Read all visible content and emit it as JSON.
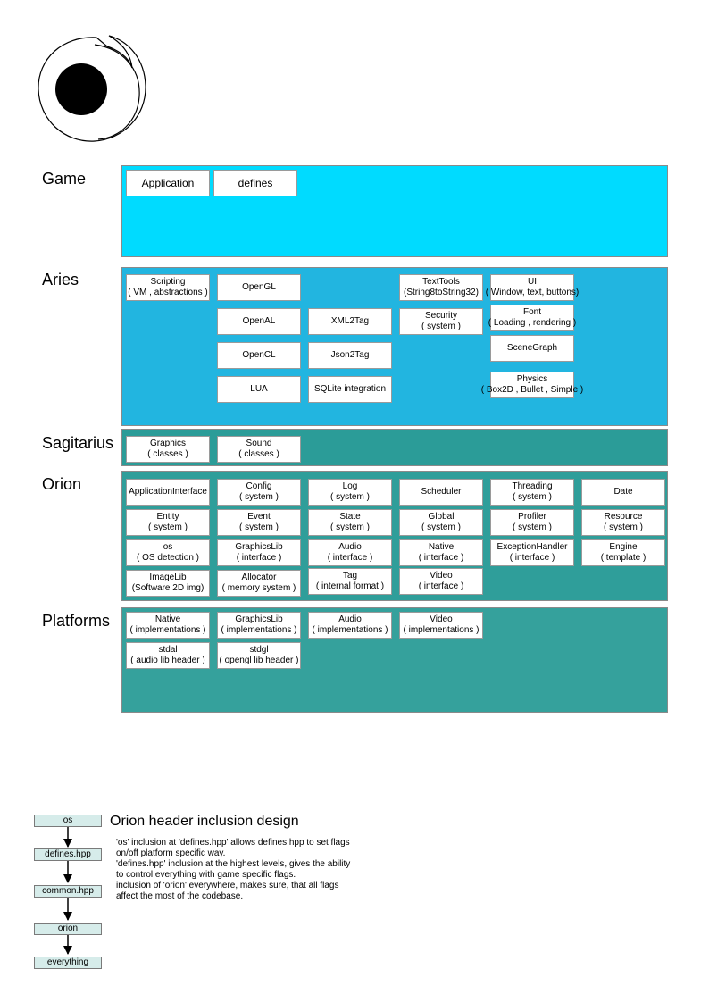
{
  "colors": {
    "game": "#00dbff",
    "aries": "#22b5e0",
    "sagitarius": "#2b9c98",
    "orion": "#2f9e9a",
    "platforms": "#35a19c",
    "flow_box": "#d6ecea"
  },
  "logo": {
    "icon": "eye-logo-icon"
  },
  "layers": {
    "game": {
      "label": "Game",
      "boxes": [
        {
          "l1": "Application",
          "l2": ""
        },
        {
          "l1": "defines",
          "l2": ""
        }
      ]
    },
    "aries": {
      "label": "Aries",
      "boxes": [
        {
          "l1": "Scripting",
          "l2": "( VM , abstractions )"
        },
        {
          "l1": "OpenGL",
          "l2": ""
        },
        {
          "l1": "TextTools",
          "l2": "(String8toString32)"
        },
        {
          "l1": "UI",
          "l2": "( Window, text, buttons)"
        },
        {
          "l1": "OpenAL",
          "l2": ""
        },
        {
          "l1": "XML2Tag",
          "l2": ""
        },
        {
          "l1": "Security",
          "l2": "( system )"
        },
        {
          "l1": "Font",
          "l2": "( Loading , rendering )"
        },
        {
          "l1": "OpenCL",
          "l2": ""
        },
        {
          "l1": "Json2Tag",
          "l2": ""
        },
        {
          "l1": "SceneGraph",
          "l2": ""
        },
        {
          "l1": "LUA",
          "l2": ""
        },
        {
          "l1": "SQLite integration",
          "l2": ""
        },
        {
          "l1": "Physics",
          "l2": "( Box2D , Bullet , Simple )"
        }
      ]
    },
    "sagitarius": {
      "label": "Sagitarius",
      "boxes": [
        {
          "l1": "Graphics",
          "l2": "( classes )"
        },
        {
          "l1": "Sound",
          "l2": "( classes )"
        }
      ]
    },
    "orion": {
      "label": "Orion",
      "boxes": [
        {
          "l1": "ApplicationInterface",
          "l2": ""
        },
        {
          "l1": "Config",
          "l2": "( system )"
        },
        {
          "l1": "Log",
          "l2": "( system )"
        },
        {
          "l1": "Scheduler",
          "l2": ""
        },
        {
          "l1": "Threading",
          "l2": "( system )"
        },
        {
          "l1": "Date",
          "l2": ""
        },
        {
          "l1": "Entity",
          "l2": "( system )"
        },
        {
          "l1": "Event",
          "l2": "( system )"
        },
        {
          "l1": "State",
          "l2": "( system )"
        },
        {
          "l1": "Global",
          "l2": "( system )"
        },
        {
          "l1": "Profiler",
          "l2": "( system )"
        },
        {
          "l1": "Resource",
          "l2": "( system )"
        },
        {
          "l1": "os",
          "l2": "( OS detection )"
        },
        {
          "l1": "GraphicsLib",
          "l2": "( interface )"
        },
        {
          "l1": "Audio",
          "l2": "( interface )"
        },
        {
          "l1": "Native",
          "l2": "( interface )"
        },
        {
          "l1": "ExceptionHandler",
          "l2": "( interface )"
        },
        {
          "l1": "Engine",
          "l2": "( template )"
        },
        {
          "l1": "ImageLib",
          "l2": "(Software 2D img)"
        },
        {
          "l1": "Allocator",
          "l2": "( memory system )"
        },
        {
          "l1": "Tag",
          "l2": "( internal format )"
        },
        {
          "l1": "Video",
          "l2": "( interface )"
        }
      ]
    },
    "platforms": {
      "label": "Platforms",
      "boxes": [
        {
          "l1": "Native",
          "l2": "( implementations )"
        },
        {
          "l1": "GraphicsLib",
          "l2": "( implementations )"
        },
        {
          "l1": "Audio",
          "l2": "( implementations )"
        },
        {
          "l1": "Video",
          "l2": "( implementations )"
        },
        {
          "l1": "stdal",
          "l2": "( audio lib header )"
        },
        {
          "l1": "stdgl",
          "l2": "( opengl lib header )"
        }
      ]
    }
  },
  "inclusion": {
    "title": "Orion header inclusion design",
    "steps": [
      "os",
      "defines.hpp",
      "common.hpp",
      "orion",
      "everything"
    ],
    "description": [
      "'os' inclusion at 'defines.hpp' allows defines.hpp to set flags",
      "on/off platform specific way.",
      "'defines.hpp' inclusion at the highest levels, gives the ability",
      "to control everything with game specific flags.",
      "inclusion of 'orion' everywhere, makes sure, that all flags",
      "affect the most of the codebase."
    ]
  }
}
